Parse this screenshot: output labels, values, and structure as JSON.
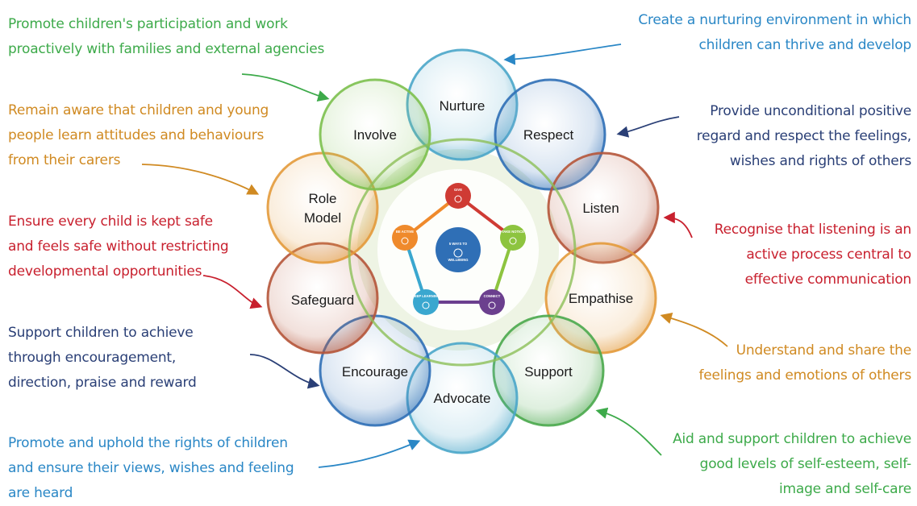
{
  "diagram": {
    "ring": [
      {
        "label": "Nurture",
        "color": "#4aa6c9"
      },
      {
        "label": "Respect",
        "color": "#2f6fb6"
      },
      {
        "label": "Listen",
        "color": "#b5553a"
      },
      {
        "label": "Empathise",
        "color": "#e39a3b"
      },
      {
        "label": "Support",
        "color": "#4aa84c"
      },
      {
        "label": "Advocate",
        "color": "#4aa6c9"
      },
      {
        "label": "Encourage",
        "color": "#2f6fb6"
      },
      {
        "label": "Safeguard",
        "color": "#b5553a"
      },
      {
        "label": "Role Model",
        "color": "#e39a3b"
      },
      {
        "label": "Involve",
        "color": "#7cc04e"
      }
    ],
    "center": {
      "title_line1": "5 WAYS TO",
      "title_line2": "WELLBEING",
      "ways": [
        {
          "label": "GIVE",
          "color": "#cf3b34"
        },
        {
          "label": "TAKE NOTICE",
          "color": "#8dc43f"
        },
        {
          "label": "CONNECT",
          "color": "#6b3f8e"
        },
        {
          "label": "KEEP LEARNING",
          "color": "#3aa7cf"
        },
        {
          "label": "BE ACTIVE",
          "color": "#ef8a2c"
        }
      ]
    }
  },
  "notes": {
    "involve": {
      "text": "Promote children's participation and work\nproactively with families and external agencies",
      "color": "#3daa4a"
    },
    "nurture": {
      "text": "Create a nurturing environment in which\nchildren can thrive and develop",
      "color": "#2a87c6"
    },
    "role_model": {
      "text": "Remain aware that children and young\npeople learn attitudes and behaviours\nfrom their carers",
      "color": "#d08a22"
    },
    "respect": {
      "text": "Provide unconditional positive\nregard and respect the feelings,\nwishes and rights of others",
      "color": "#2a3f76"
    },
    "safeguard": {
      "text": "Ensure every child is kept safe\nand feels safe without restricting\ndevelopmental opportunities",
      "color": "#c8202e"
    },
    "listen": {
      "text": "Recognise that listening is an\nactive process central to\neffective communication",
      "color": "#c8202e"
    },
    "encourage": {
      "text": "Support children to achieve\nthrough encouragement,\ndirection, praise and reward",
      "color": "#2a3f76"
    },
    "empathise": {
      "text": "Understand and share the\nfeelings and emotions of others",
      "color": "#d08a22"
    },
    "advocate": {
      "text": "Promote and uphold the rights of children\nand ensure their views, wishes and feeling\nare heard",
      "color": "#2a87c6"
    },
    "support": {
      "text": "Aid and support children to achieve\ngood levels of self-esteem, self-\nimage and self-care",
      "color": "#3daa4a"
    }
  }
}
